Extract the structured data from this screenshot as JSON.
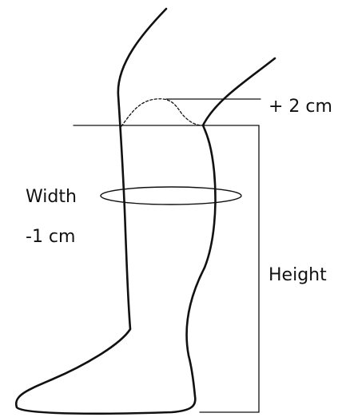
{
  "labels": {
    "height_allowance": "+ 2 cm",
    "width": "Width",
    "width_allowance": "-1 cm",
    "height": "Height"
  },
  "colors": {
    "stroke": "#111111",
    "background": "#ffffff"
  }
}
